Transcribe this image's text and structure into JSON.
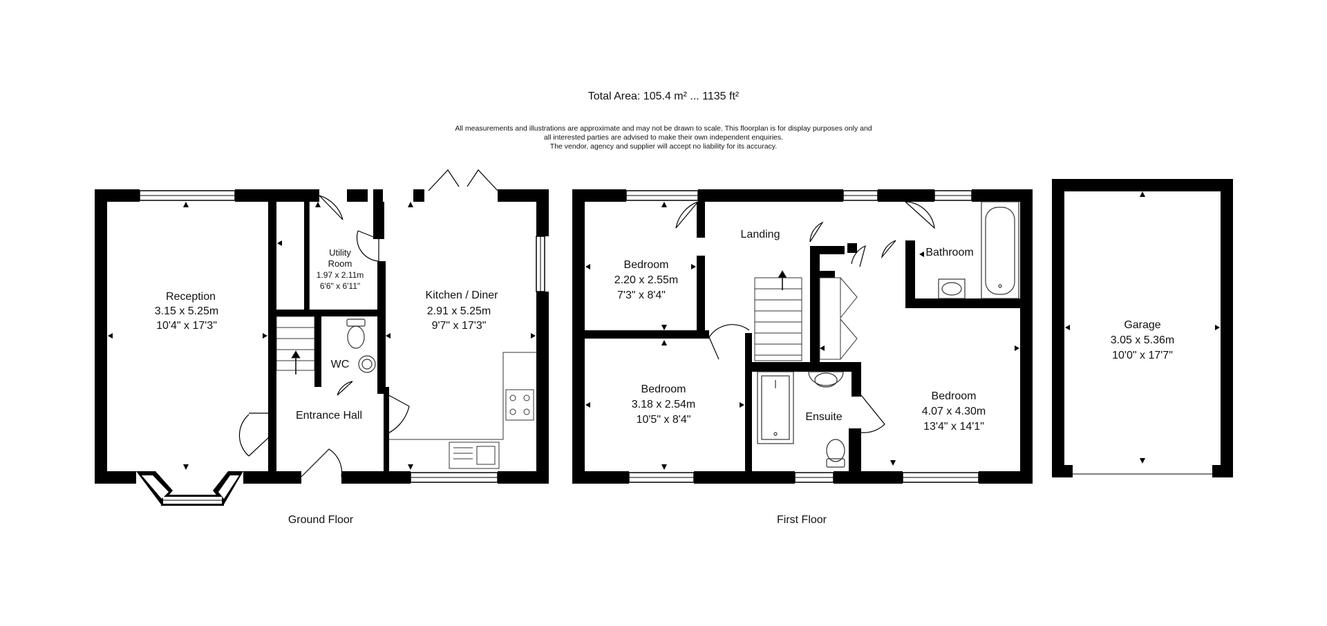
{
  "header": {
    "total_area": "Total Area: 105.4 m² ... 1135 ft²",
    "disclaimer": [
      "All measurements and illustrations are approximate and may not be drawn to scale. This floorplan is for display purposes only and",
      "all interested parties are advised to make their own independent enquiries.",
      "The vendor, agency and supplier will accept no liability for its accuracy."
    ]
  },
  "floors": {
    "ground": "Ground Floor",
    "first": "First Floor"
  },
  "rooms": {
    "reception": {
      "name": "Reception",
      "metric": "3.15 x 5.25m",
      "imperial": "10'4\" x 17'3\""
    },
    "utility": {
      "name_1": "Utility",
      "name_2": "Room",
      "metric": "1.97 x 2.11m",
      "imperial": "6'6\" x 6'11\""
    },
    "kitchen": {
      "name": "Kitchen / Diner",
      "metric": "2.91 x 5.25m",
      "imperial": "9'7\" x 17'3\""
    },
    "wc": {
      "name": "WC"
    },
    "entrance_hall": {
      "name": "Entrance Hall"
    },
    "bedroom_small": {
      "name": "Bedroom",
      "metric": "2.20 x 2.55m",
      "imperial": "7'3\" x 8'4\""
    },
    "bedroom_front": {
      "name": "Bedroom",
      "metric": "3.18 x 2.54m",
      "imperial": "10'5\" x 8'4\""
    },
    "landing": {
      "name": "Landing"
    },
    "bathroom": {
      "name": "Bathroom"
    },
    "ensuite": {
      "name": "Ensuite"
    },
    "bedroom_main": {
      "name": "Bedroom",
      "metric": "4.07 x 4.30m",
      "imperial": "13'4\" x 14'1\""
    },
    "garage": {
      "name": "Garage",
      "metric": "3.05 x 5.36m",
      "imperial": "10'0\" x 17'7\""
    }
  },
  "colors": {
    "wall": "#000000",
    "fixture": "#555555",
    "background": "#ffffff"
  }
}
